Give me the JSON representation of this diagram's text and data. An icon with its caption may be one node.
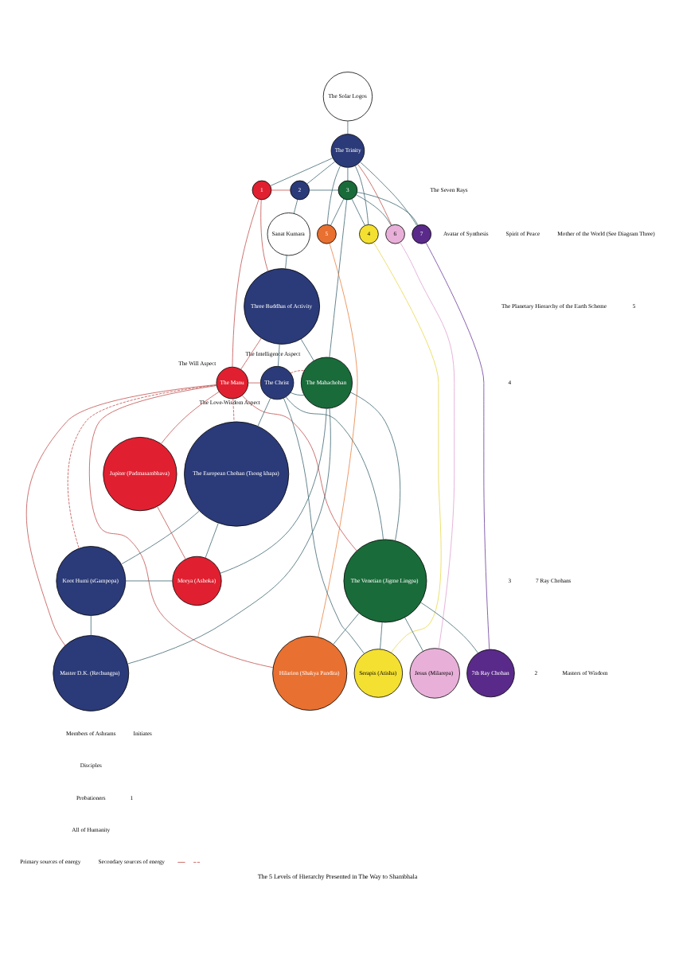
{
  "diagram": {
    "caption": "The 5 Levels of Hierarchy Presented in The Way to Shambhala",
    "nodes": [
      {
        "text": [
          "The Solar Logos"
        ]
      },
      {
        "text": [
          "The Trinity"
        ]
      },
      {
        "text": [
          "1"
        ]
      },
      {
        "text": [
          "2"
        ]
      },
      {
        "text": [
          "3"
        ]
      },
      {
        "text": [
          "4"
        ]
      },
      {
        "text": [
          "5"
        ]
      },
      {
        "text": [
          "6"
        ]
      },
      {
        "text": [
          "7"
        ]
      },
      {
        "text": [
          "Sanat Kumara"
        ]
      },
      {
        "text": [
          "Three Buddhas of Activity"
        ]
      },
      {
        "text": [
          "The Manu"
        ],
        "beside": [
          "The Will Aspect"
        ]
      },
      {
        "text": [
          "The Christ"
        ],
        "beside": [
          "The Love-Wisdom Aspect"
        ]
      },
      {
        "text": [
          "The Mahachohan"
        ],
        "beside": [
          "The Intelligence Aspect"
        ]
      },
      {
        "text": [
          "Jupiter (Padmasambhava)"
        ]
      },
      {
        "text": [
          "The European Chohan (Tsong khapa)"
        ]
      },
      {
        "text": [
          "Morya (Ashoka)"
        ]
      },
      {
        "text": [
          "Koot Humi (sGampopa)"
        ]
      },
      {
        "text": [
          "The Venetian (Jigme Lingpa)"
        ]
      },
      {
        "text": [
          "Master D.K. (Rechungpa)"
        ]
      },
      {
        "text": [
          "Serapis (Atisha)"
        ]
      },
      {
        "text": [
          "Hilarion (Shakya Pandita)"
        ]
      },
      {
        "text": [
          "Jesus (Milarepa)"
        ]
      },
      {
        "text": [
          "7th Ray Chohan"
        ]
      }
    ],
    "edges": [
      {
        "from": 0,
        "to": 1,
        "arrow": "none"
      },
      {
        "from": 1,
        "to": 2,
        "arrow": "none"
      },
      {
        "from": 1,
        "to": 3,
        "arrow": "none"
      },
      {
        "from": 1,
        "to": 4,
        "arrow": "none"
      },
      {
        "from": 2,
        "to": 3,
        "arrow": "none",
        "color": "#c0504d"
      },
      {
        "from": 3,
        "to": 4,
        "arrow": "none"
      },
      {
        "from": 1,
        "to": 5,
        "arrow": "none"
      },
      {
        "from": 1,
        "to": 6,
        "arrow": "none"
      },
      {
        "from": 1,
        "to": 7,
        "arrow": "none",
        "color": "#c0504d"
      },
      {
        "from": 1,
        "to": 8,
        "arrow": "none"
      },
      {
        "from": 4,
        "to": 5,
        "arrow": "none"
      },
      {
        "from": 4,
        "to": 6,
        "arrow": "none"
      },
      {
        "from": 4,
        "to": 7,
        "arrow": "none"
      },
      {
        "from": 4,
        "to": 8,
        "arrow": "none"
      },
      {
        "from": 2,
        "to": 10,
        "arrow": "none",
        "color": "#c0504d"
      },
      {
        "from": 2,
        "to": 11,
        "arrow": "none",
        "color": "#c0504d"
      },
      {
        "from": 3,
        "to": 9,
        "arrow": "none"
      },
      {
        "from": 4,
        "to": 13,
        "arrow": "none"
      },
      {
        "from": 5,
        "to": 20,
        "arrow": "none",
        "color": "#e8d84a"
      },
      {
        "from": 6,
        "to": 21,
        "arrow": "none",
        "color": "#e88040"
      },
      {
        "from": 7,
        "to": 22,
        "arrow": "none",
        "color": "#e0a0d0"
      },
      {
        "from": 8,
        "to": 23,
        "arrow": "none",
        "color": "#6a3a9a"
      },
      {
        "from": 9,
        "to": 10,
        "arrow": "none"
      },
      {
        "from": 10,
        "to": 11,
        "arrow": "none",
        "color": "#c0504d"
      },
      {
        "from": 10,
        "to": 12,
        "arrow": "none"
      },
      {
        "from": 10,
        "to": 13,
        "arrow": "none"
      },
      {
        "from": 11,
        "to": 12,
        "arrow": "none",
        "color": "#c0504d"
      },
      {
        "from": 12,
        "to": 13,
        "arrow": "none"
      },
      {
        "from": 11,
        "to": 14,
        "arrow": "none",
        "color": "#c0504d"
      },
      {
        "from": 14,
        "to": 16,
        "arrow": "none",
        "color": "#c0504d"
      },
      {
        "from": 12,
        "to": 15,
        "arrow": "none"
      },
      {
        "from": 15,
        "to": 17,
        "arrow": "none"
      },
      {
        "from": 17,
        "to": 19,
        "arrow": "none"
      },
      {
        "from": 13,
        "to": 18,
        "arrow": "none"
      },
      {
        "from": 18,
        "to": 20,
        "arrow": "none"
      },
      {
        "from": 18,
        "to": 21,
        "arrow": "none"
      },
      {
        "from": 18,
        "to": 22,
        "arrow": "none"
      },
      {
        "from": 18,
        "to": 23,
        "arrow": "none"
      },
      {
        "from": 11,
        "to": 18,
        "arrow": "none",
        "color": "#c0504d"
      },
      {
        "from": 11,
        "to": 21,
        "arrow": "none",
        "color": "#c0504d"
      },
      {
        "from": 11,
        "to": 19,
        "arrow": "none",
        "color": "#c0504d"
      },
      {
        "from": 11,
        "to": 15,
        "arrow": "none",
        "style": "dashed",
        "color": "#c0504d"
      },
      {
        "from": 11,
        "to": 17,
        "arrow": "none",
        "style": "dashed",
        "color": "#c0504d"
      },
      {
        "from": 12,
        "to": 13,
        "arrow": "none",
        "style": "dashed",
        "color": "#c0504d"
      },
      {
        "from": 16,
        "to": 15,
        "arrow": "none"
      },
      {
        "from": 16,
        "to": 17,
        "arrow": "none"
      },
      {
        "from": 13,
        "to": 16,
        "arrow": "none"
      },
      {
        "from": 13,
        "to": 19,
        "arrow": "none"
      },
      {
        "from": 12,
        "to": 18,
        "arrow": "none"
      },
      {
        "from": 12,
        "to": 20,
        "arrow": "none"
      }
    ],
    "labels": [
      "The Seven Rays",
      "Avatar of Synthesis",
      "Spirit of Peace",
      "Mother of the World (See Diagram Three)",
      "The Planetary Hierarchy of the Earth Scheme",
      "5",
      "4",
      "3",
      "7 Ray Chohans",
      "2",
      "Masters of Wisdom",
      "Members of Ashrams",
      "Initiates",
      "Disciples",
      "Probationers",
      "1",
      "All of Humanity"
    ],
    "legend": [
      {
        "text": "Primary sources of energy"
      },
      {
        "text": "Secondary sources of energy"
      }
    ]
  }
}
